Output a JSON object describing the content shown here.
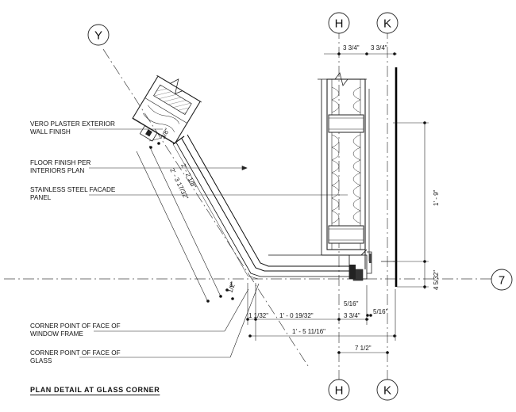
{
  "grid": {
    "h": "H",
    "k": "K",
    "y": "Y",
    "row": "7"
  },
  "notes": {
    "vero": "VERO PLASTER EXTERIOR\nWALL FINISH",
    "floor": "FLOOR FINISH PER\nINTERIORS PLAN",
    "steel": "STAINLESS STEEL FACADE\nPANEL",
    "frame": "CORNER POINT OF FACE OF\nWINDOW FRAME",
    "glass": "CORNER POINT OF FACE OF\nGLASS"
  },
  "dims": {
    "top_left": "3 3/4\"",
    "top_right": "3 3/4\"",
    "vert_main": "1' - 9\"",
    "vert_small": "4 5/32\"",
    "diag_small": "3/8\"",
    "diag_1": "2' - 2 1/8\"",
    "diag_2": "2' - 3 17/32\"",
    "corner_a": "1",
    "corner_b": "1/2\"",
    "h_small": "1 1/32\"",
    "h_mid": "1' - 0 19/32\"",
    "h_right": "3 3/4\"",
    "sixteenth_a": "5/16\"",
    "sixteenth_b": "5/16\"",
    "h_long": "1' - 5 11/16\"",
    "h_bottom": "7 1/2\""
  },
  "title": "PLAN DETAIL AT GLASS CORNER"
}
